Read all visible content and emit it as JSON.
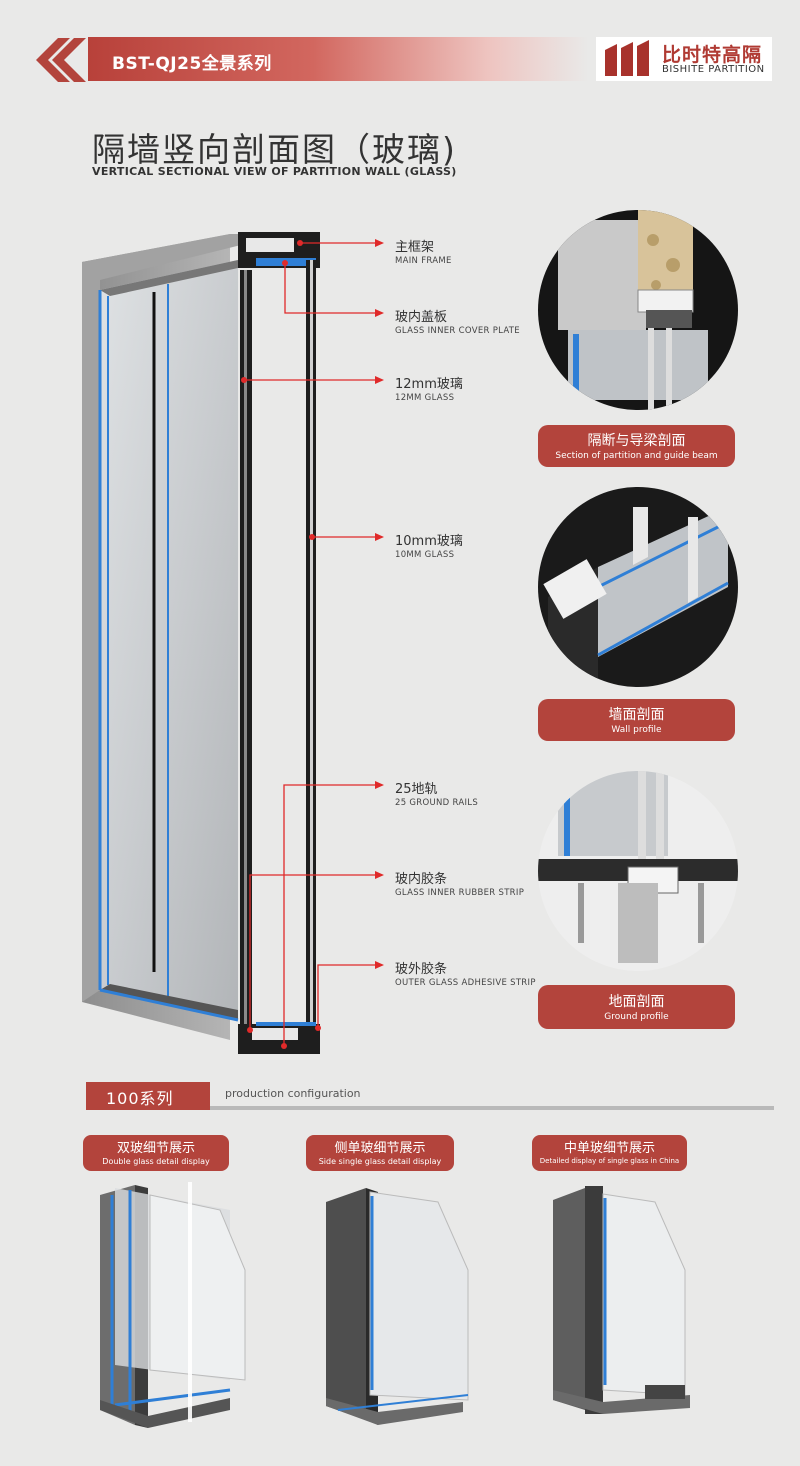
{
  "header": {
    "series_title": "BST-QJ25全景系列",
    "logo_cn": "比时特高隔",
    "logo_en": "BISHITE PARTITION"
  },
  "title": {
    "cn": "隔墙竖向剖面图（玻璃)",
    "en": "VERTICAL SECTIONAL VIEW OF PARTITION WALL (GLASS)"
  },
  "labels": [
    {
      "cn": "主框架",
      "en": "MAIN FRAME"
    },
    {
      "cn": "玻内盖板",
      "en": "GLASS INNER COVER PLATE"
    },
    {
      "cn": "12mm玻璃",
      "en": "12MM GLASS"
    },
    {
      "cn": "10mm玻璃",
      "en": "10MM GLASS"
    },
    {
      "cn": "25地轨",
      "en": "25 GROUND RAILS"
    },
    {
      "cn": "玻内胶条",
      "en": "GLASS INNER RUBBER STRIP"
    },
    {
      "cn": "玻外胶条",
      "en": "OUTER GLASS ADHESIVE STRIP"
    }
  ],
  "sections": [
    {
      "cn": "隔断与导梁剖面",
      "en": "Section of partition and guide beam"
    },
    {
      "cn": "墙面剖面",
      "en": "Wall profile"
    },
    {
      "cn": "地面剖面",
      "en": "Ground profile"
    }
  ],
  "series": {
    "tag": "100系列",
    "en": "production configuration",
    "items": [
      {
        "cn": "双玻细节展示",
        "en": "Double glass detail display"
      },
      {
        "cn": "侧单玻细节展示",
        "en": "Side single glass detail display"
      },
      {
        "cn": "中单玻细节展示",
        "en": "Detailed display of single glass in China"
      }
    ]
  },
  "colors": {
    "accent": "#b3443c",
    "frame": "#8a8a8a",
    "glass_edge": "#2f7fd6",
    "leader": "#e02a2a"
  }
}
